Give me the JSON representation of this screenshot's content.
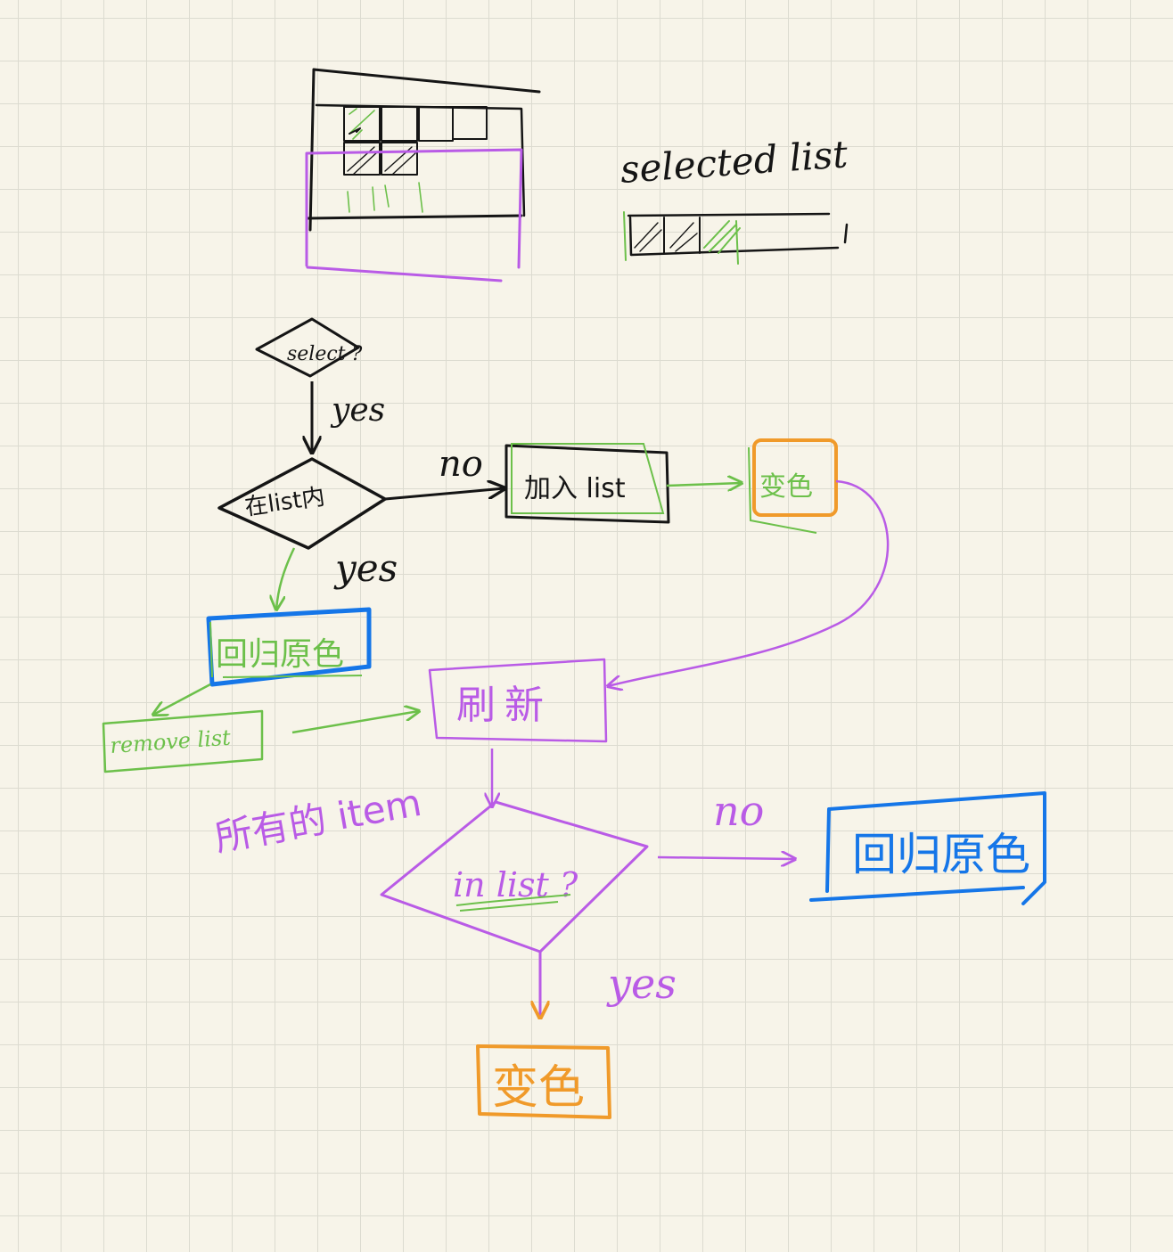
{
  "colors": {
    "ink": "#151515",
    "green": "#6cc04a",
    "purple": "#b95be6",
    "blue": "#1576e8",
    "orange": "#f09a2a",
    "paper": "#f7f4e9",
    "grid": "#dcdbd0"
  },
  "labels": {
    "selected_list": "selected list",
    "select_q": "select ?",
    "yes_1": "yes",
    "in_list_q": "在list内",
    "no_1": "no",
    "add_list": "加入 list",
    "change_color_1": "变色",
    "yes_2": "yes",
    "restore_color_1": "回归原色",
    "remove_list": "remove list",
    "refresh": "刷新",
    "all_items": "所有的 item",
    "in_list_2": "in list ?",
    "no_2": "no",
    "restore_color_2": "回归原色",
    "yes_3": "yes",
    "change_color_2": "变色"
  }
}
